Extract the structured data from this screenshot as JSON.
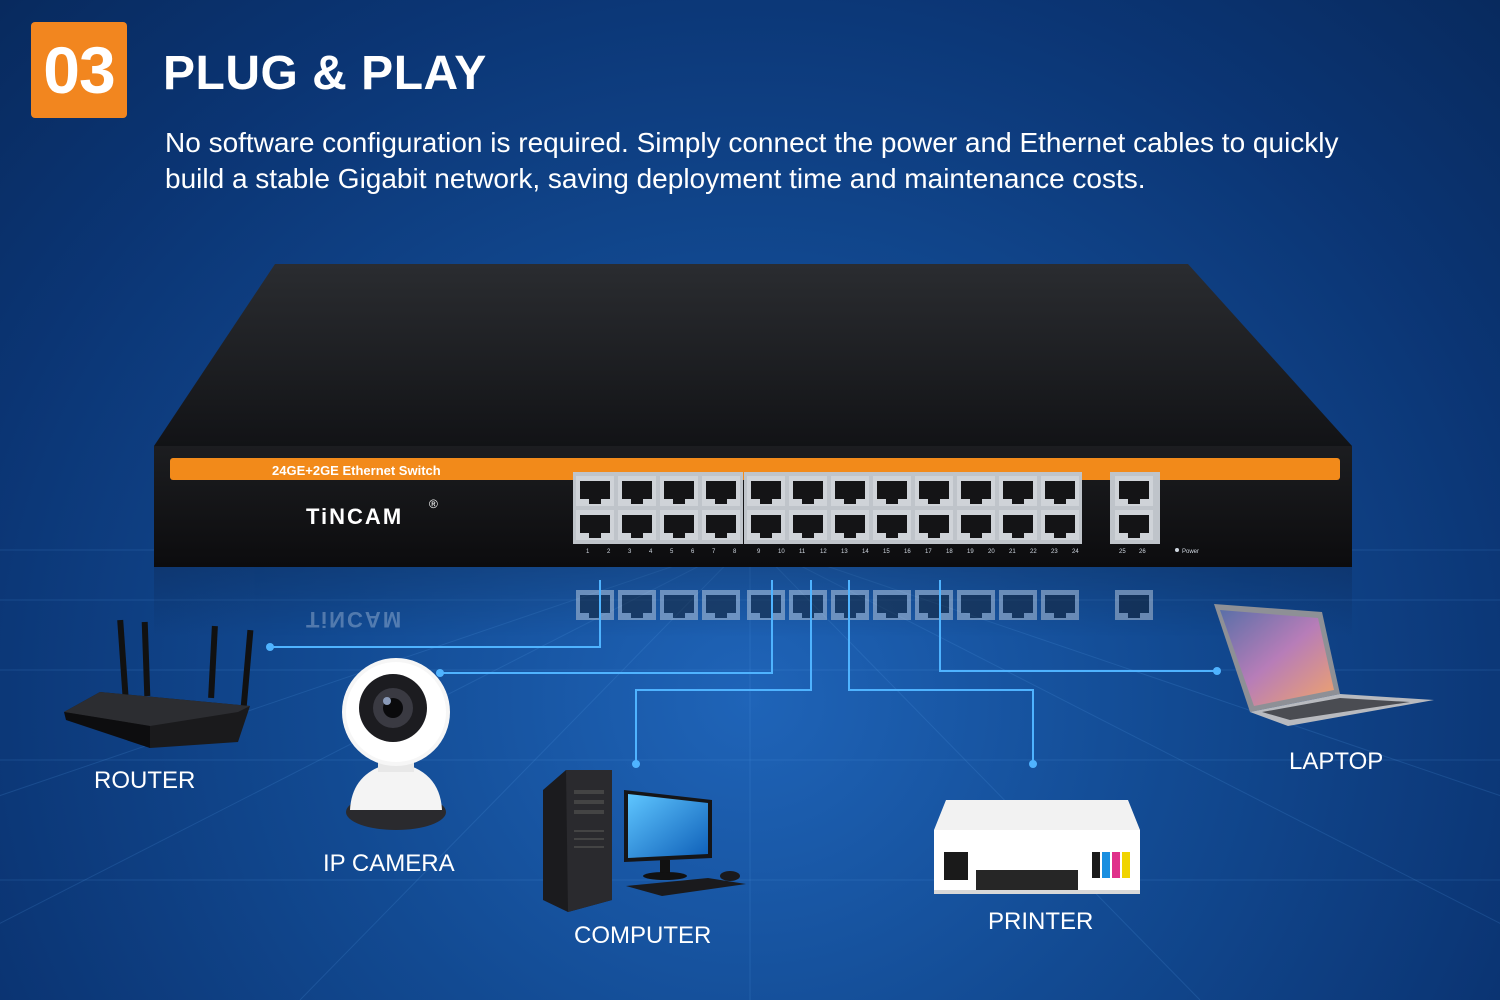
{
  "badge": {
    "number": "03",
    "color": "#f2861f"
  },
  "header": {
    "title": "PLUG & PLAY",
    "description": "No software configuration is required. Simply connect the power and Ethernet cables to quickly build a stable Gigabit network, saving deployment time and maintenance costs."
  },
  "switch": {
    "model_label": "24GE+2GE Ethernet Switch",
    "brand": "TiNCAM",
    "registered_mark": "®",
    "port_labels": [
      "1",
      "2",
      "3",
      "4",
      "5",
      "6",
      "7",
      "8",
      "9",
      "10",
      "11",
      "12",
      "13",
      "14",
      "15",
      "16",
      "17",
      "18",
      "19",
      "20",
      "21",
      "22",
      "23",
      "24",
      "25",
      "26"
    ],
    "power_label": "Power",
    "stripe_color": "#f28a1a"
  },
  "devices": {
    "router": "ROUTER",
    "ip_camera": "IP CAMERA",
    "computer": "COMPUTER",
    "printer": "PRINTER",
    "laptop": "LAPTOP"
  },
  "colors": {
    "connector": "#4fb3ff",
    "background": "#124a92"
  }
}
